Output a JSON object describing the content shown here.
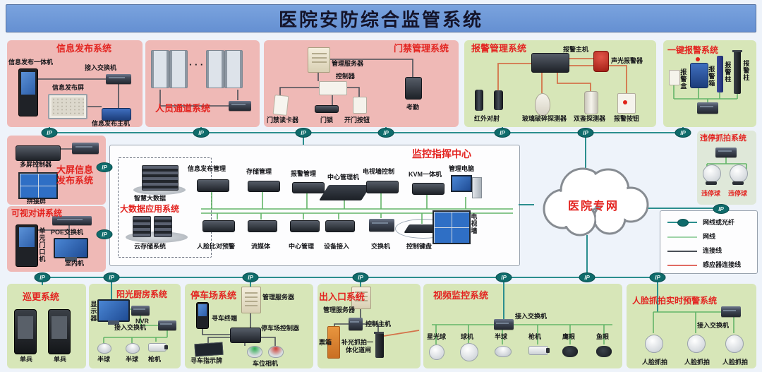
{
  "title": "医院安防综合监管系统",
  "cloud_label": "医院专网",
  "ip_label": "IP",
  "dots": "· · ·",
  "colors": {
    "banner": "#6b97d7",
    "pink_panel": "#efb9b6",
    "green_panel": "#d7e6b8",
    "title_red": "#e32420",
    "net_teal": "#2b8e8e",
    "net_green": "#63b568",
    "sensor_red": "#d4734a",
    "line_dark": "#4a4f57"
  },
  "sys": {
    "info": {
      "title": "信息发布系统",
      "d": [
        "信息发布一体机",
        "接入交换机",
        "信息发布屏",
        "信息发布主机"
      ]
    },
    "passage": {
      "title": "人员通道系统"
    },
    "access": {
      "title": "门禁管理系统",
      "d": [
        "管理服务器",
        "控制器",
        "门禁读卡器",
        "门锁",
        "开门按钮",
        "考勤"
      ]
    },
    "alarm": {
      "title": "报警管理系统",
      "d": [
        "报警主机",
        "声光报警器",
        "红外对射",
        "玻璃破碎探测器",
        "双鉴探测器",
        "报警按钮"
      ]
    },
    "onekey": {
      "title": "一键报警系统",
      "d": [
        "报警盒",
        "报警箱",
        "报警柱",
        "报警柱"
      ]
    },
    "bigscreen": {
      "t1": "大屏信息",
      "t2": "发布系统",
      "d": [
        "多屏控制器",
        "拼接屏"
      ]
    },
    "intercom": {
      "title": "可视对讲系统",
      "d": [
        "单元门口机",
        "POE交换机",
        "室内机"
      ]
    },
    "center": {
      "title": "监控指挥中心",
      "bigdata_title": "大数据应用系统",
      "smart": "智慧大数据",
      "storage": "云存储系统",
      "top": [
        "信息发布管理",
        "存储管理",
        "报警管理",
        "中心管理机",
        "电视墙控制",
        "KVM一体机",
        "管理电脑"
      ],
      "bottom": [
        "人脸比对预警",
        "流媒体",
        "中心管理",
        "设备接入",
        "交换机",
        "控制键盘",
        "电视墙"
      ]
    },
    "illegal": {
      "title": "违停抓拍系统",
      "d": [
        "违停球",
        "违停球"
      ]
    },
    "patrol": {
      "title": "巡更系统",
      "d": [
        "单兵",
        "单兵"
      ]
    },
    "kitchen": {
      "title": "阳光厨房系统",
      "d": [
        "显示器",
        "NVR",
        "接入交换机",
        "半球",
        "半球",
        "枪机"
      ]
    },
    "parking": {
      "title": "停车场系统",
      "d": [
        "管理服务器",
        "寻车终端",
        "停车场控制器",
        "寻车指示牌",
        "车位相机"
      ]
    },
    "gate": {
      "title": "出入口系统",
      "d": [
        "管理服务器",
        "控制主机",
        "票箱"
      ],
      "barrier1": "补光抓拍一",
      "barrier2": "体化道闸"
    },
    "video": {
      "title": "视频监控系统",
      "d": [
        "接入交换机",
        "星光球",
        "球机",
        "半球",
        "枪机",
        "鹰眼",
        "鱼眼"
      ]
    },
    "face": {
      "title": "人脸抓拍实时预警系统",
      "d": [
        "接入交换机",
        "人脸抓拍",
        "人脸抓拍",
        "人脸抓拍"
      ]
    }
  },
  "legend": {
    "items": [
      "网线或光纤",
      "网线",
      "连接线",
      "感应器连接线"
    ]
  }
}
